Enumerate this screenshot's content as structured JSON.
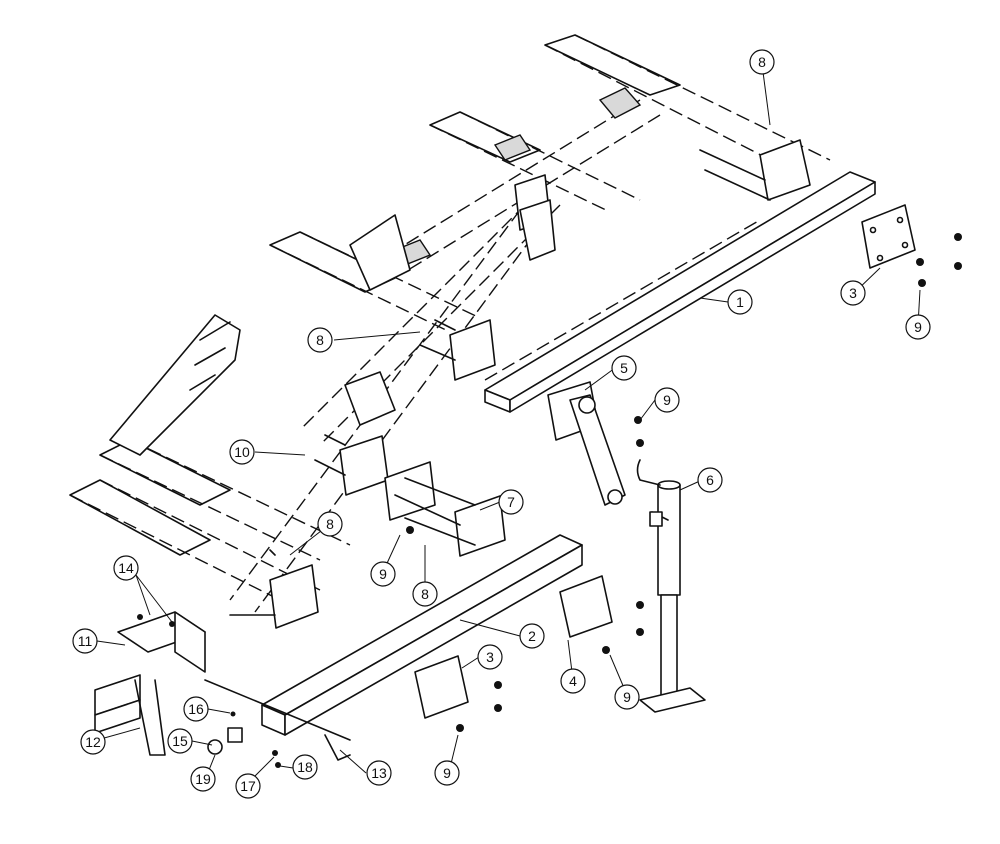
{
  "diagram": {
    "callouts": [
      {
        "id": "c1",
        "label": "1"
      },
      {
        "id": "c2",
        "label": "2"
      },
      {
        "id": "c3a",
        "label": "3"
      },
      {
        "id": "c3b",
        "label": "3"
      },
      {
        "id": "c4",
        "label": "4"
      },
      {
        "id": "c5",
        "label": "5"
      },
      {
        "id": "c6",
        "label": "6"
      },
      {
        "id": "c7",
        "label": "7"
      },
      {
        "id": "c8a",
        "label": "8"
      },
      {
        "id": "c8b",
        "label": "8"
      },
      {
        "id": "c8c",
        "label": "8"
      },
      {
        "id": "c8d",
        "label": "8"
      },
      {
        "id": "c9a",
        "label": "9"
      },
      {
        "id": "c9b",
        "label": "9"
      },
      {
        "id": "c9c",
        "label": "9"
      },
      {
        "id": "c9d",
        "label": "9"
      },
      {
        "id": "c9e",
        "label": "9"
      },
      {
        "id": "c10",
        "label": "10"
      },
      {
        "id": "c11",
        "label": "11"
      },
      {
        "id": "c12",
        "label": "12"
      },
      {
        "id": "c13",
        "label": "13"
      },
      {
        "id": "c14",
        "label": "14"
      },
      {
        "id": "c15",
        "label": "15"
      },
      {
        "id": "c16",
        "label": "16"
      },
      {
        "id": "c17",
        "label": "17"
      },
      {
        "id": "c18",
        "label": "18"
      },
      {
        "id": "c19",
        "label": "19"
      }
    ]
  }
}
